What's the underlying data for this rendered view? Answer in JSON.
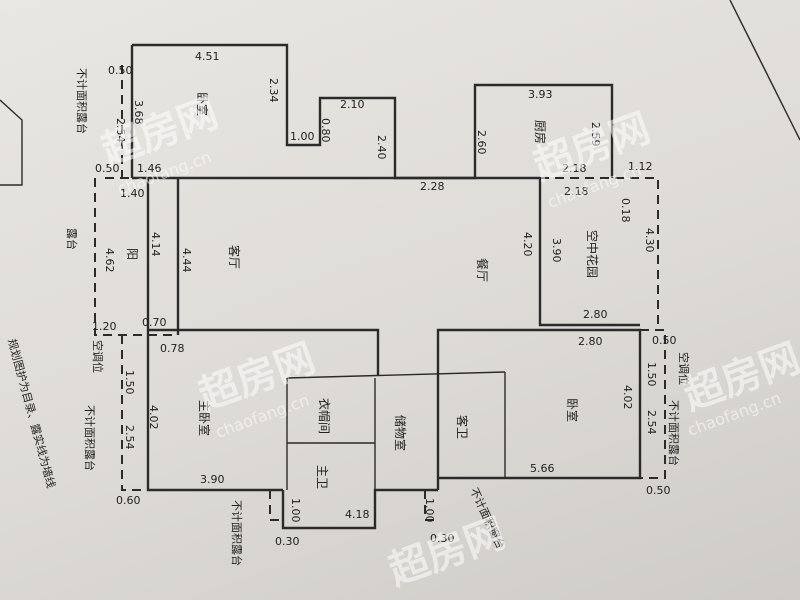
{
  "rooms": {
    "bedroom_top": "卧室",
    "kitchen": "厨房",
    "living": "客厅",
    "dining": "餐厅",
    "balcony": "阳",
    "garden": "空中花园",
    "master": "主卧室",
    "closet": "衣帽间",
    "storage": "储物室",
    "master_bath": "主卫",
    "guest_bath": "客卫",
    "bedroom_right": "卧室"
  },
  "dims": {
    "d451": "4.51",
    "d234": "2.34",
    "d368": "3.68",
    "d050a": "0.50",
    "d254a": "2.54",
    "d100a": "1.00",
    "d080": "0.80",
    "d210": "2.10",
    "d240": "2.40",
    "d393": "3.93",
    "d260": "2.60",
    "d259": "2.59",
    "d218a": "2.18",
    "d112": "1.12",
    "d050b": "0.50",
    "d146": "1.46",
    "d228": "2.28",
    "d218b": "2.18",
    "d018": "0.18",
    "d140": "1.40",
    "d414": "4.14",
    "d444": "4.44",
    "d462": "4.62",
    "d420": "4.20",
    "d390": "3.90",
    "d430": "4.30",
    "d120": "1.20",
    "d070": "0.70",
    "d280a": "2.80",
    "d078": "0.78",
    "d280b": "2.80",
    "d050c": "0.50",
    "d150a": "1.50",
    "d150b": "1.50",
    "d402a": "4.02",
    "d402b": "4.02",
    "d254b": "2.54",
    "d254c": "2.54",
    "d390b": "3.90",
    "d566": "5.66",
    "d060": "0.60",
    "d050d": "0.50",
    "d100b": "1.00",
    "d418": "4.18",
    "d100c": "1.00",
    "d030a": "0.30",
    "d030b": "0.30"
  },
  "notes": {
    "nonarea": "不计面积露台",
    "nonarea_bay": "不计面积窗台",
    "ac": "空调位",
    "ac2": "空调位",
    "bay": "露台",
    "left_side": "规划图护为目录、露实线为墙线"
  },
  "watermark": {
    "brand": "超房网",
    "url": "chaofang.cn"
  }
}
